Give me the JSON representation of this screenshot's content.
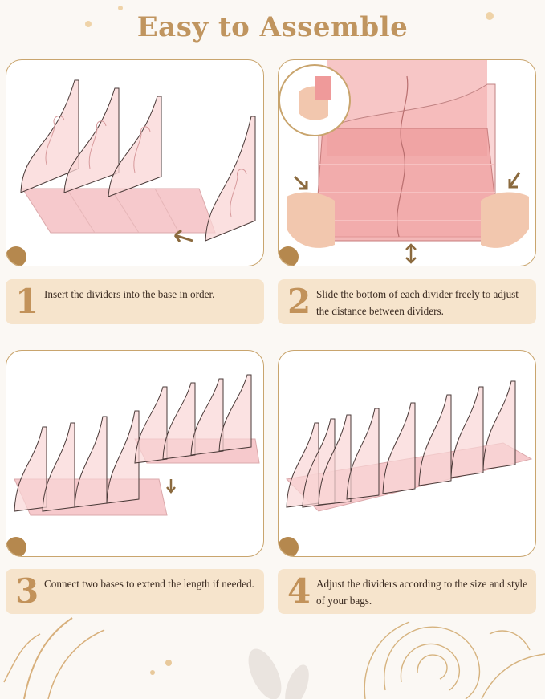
{
  "title": "Easy to Assemble",
  "steps": [
    {
      "number": "1",
      "text": "Insert the dividers into the base in order."
    },
    {
      "number": "2",
      "text": "Slide the bottom of each divider freely to adjust the distance between dividers."
    },
    {
      "number": "3",
      "text": "Connect two bases to extend the length if needed."
    },
    {
      "number": "4",
      "text": "Adjust the dividers according to the size and style of your bags."
    }
  ],
  "colors": {
    "accent_gold": "#c0955f",
    "step_bg": "#f6e4cc",
    "acrylic_pink": "#f6c9cc",
    "page_bg": "#fbf8f4"
  }
}
